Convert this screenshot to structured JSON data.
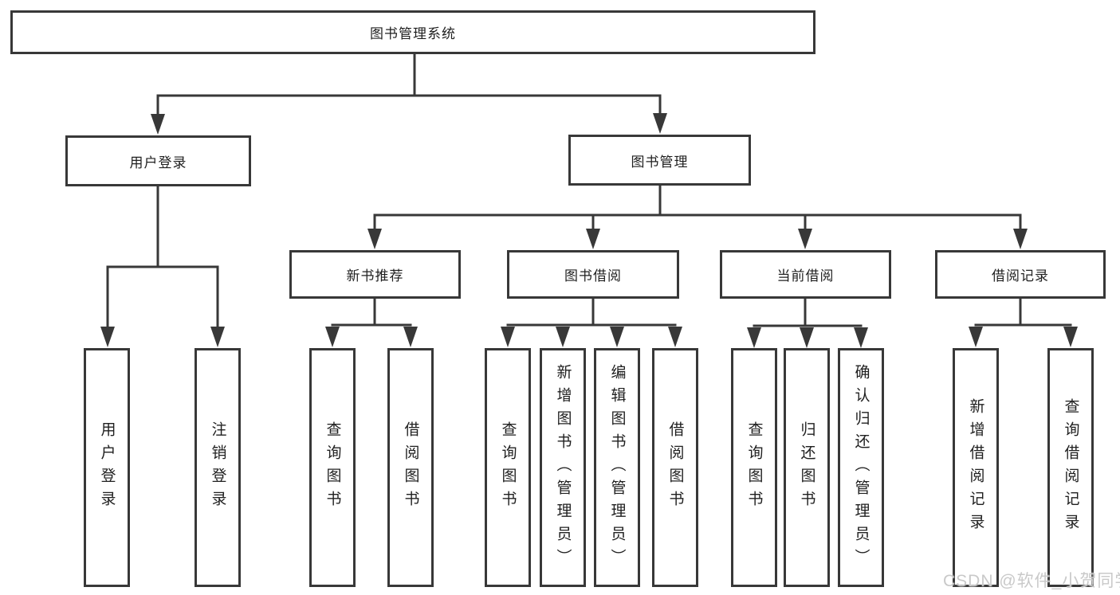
{
  "tree": {
    "label": "图书管理系统",
    "children": [
      {
        "label": "用户登录",
        "children": [
          {
            "label": "用户登录"
          },
          {
            "label": "注销登录"
          }
        ]
      },
      {
        "label": "图书管理",
        "children": [
          {
            "label": "新书推荐",
            "children": [
              {
                "label": "查询图书"
              },
              {
                "label": "借阅图书"
              }
            ]
          },
          {
            "label": "图书借阅",
            "children": [
              {
                "label": "查询图书"
              },
              {
                "label": "新增图书（管理员）"
              },
              {
                "label": "编辑图书（管理员）"
              },
              {
                "label": "借阅图书"
              }
            ]
          },
          {
            "label": "当前借阅",
            "children": [
              {
                "label": "查询图书"
              },
              {
                "label": "归还图书"
              },
              {
                "label": "确认归还（管理员）"
              }
            ]
          },
          {
            "label": "借阅记录",
            "children": [
              {
                "label": "新增借阅记录"
              },
              {
                "label": "查询借阅记录"
              }
            ]
          }
        ]
      }
    ]
  },
  "watermark": {
    "text": "CSDN @软件_小贺同学"
  },
  "colors": {
    "line": "#383838",
    "text": "#1f1f1f",
    "watermark": "#c9c9c9",
    "background": "#ffffff"
  }
}
